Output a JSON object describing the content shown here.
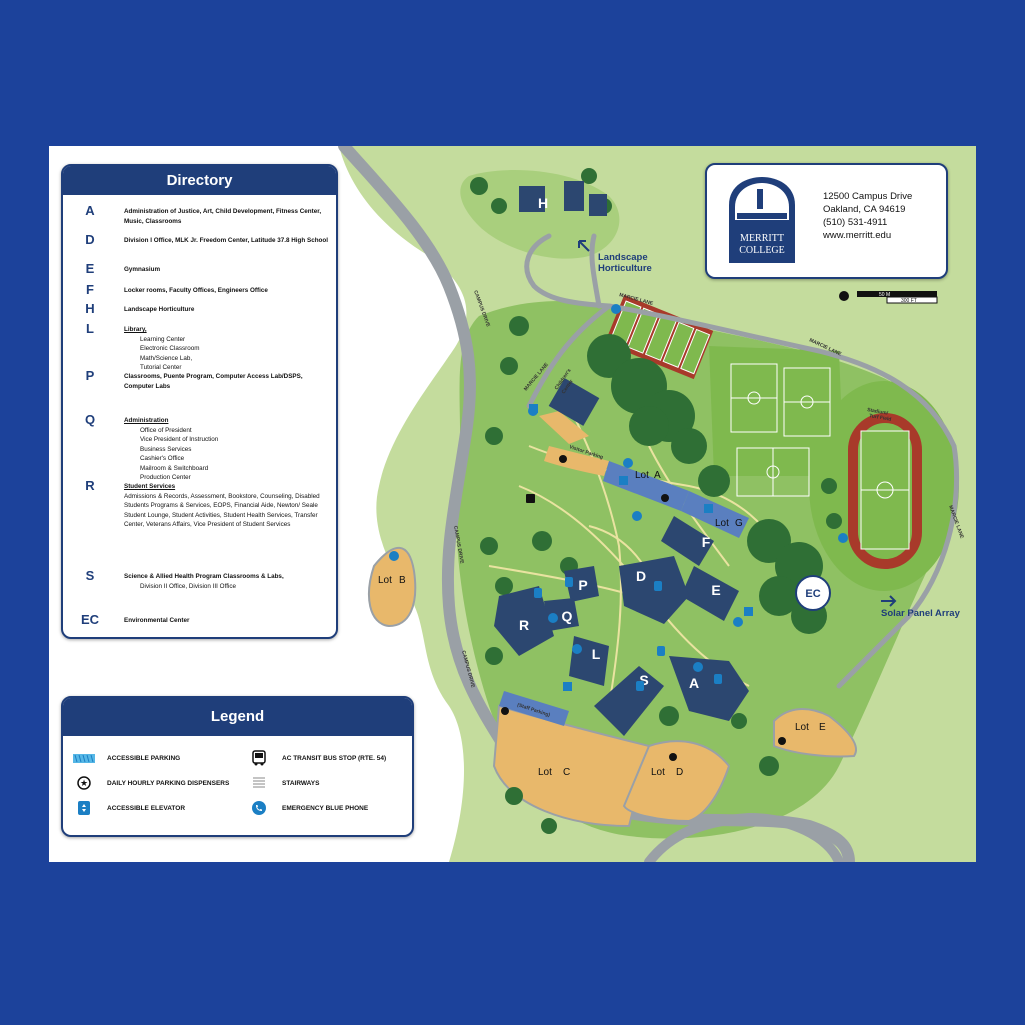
{
  "directory": {
    "title": "Directory",
    "entries": [
      {
        "letter": "A",
        "text": "Administration of Justice, Art, Child Development, Fitness Center, Music, Classrooms"
      },
      {
        "letter": "D",
        "text": "Division I Office, MLK Jr. Freedom Center, Latitude 37.8 High School"
      },
      {
        "letter": "E",
        "text": "Gymnasium"
      },
      {
        "letter": "F",
        "text": "Locker rooms, Faculty Offices, Engineers Office"
      },
      {
        "letter": "H",
        "text": "Landscape Horticulture"
      },
      {
        "letter": "L",
        "heading": "Library,",
        "items": [
          "Learning Center",
          "Electronic Classroom",
          "Math/Science Lab,",
          "Tutorial Center"
        ]
      },
      {
        "letter": "P",
        "text": "Classrooms, Puente Program, Computer Access Lab/DSPS, Computer Labs"
      },
      {
        "letter": "Q",
        "heading": "Administration",
        "items": [
          "Office of President",
          "Vice President of Instruction",
          "Business Services",
          "Cashier's Office",
          "Mailroom & Switchboard",
          "Production Center"
        ]
      },
      {
        "letter": "R",
        "heading": "Student Services",
        "text": "Admissions & Records, Assessment, Bookstore, Counseling, Disabled Students Programs & Services, EOPS, Financial Aide, Newton/ Seale Student Lounge, Student Activities, Student Health Services, Transfer Center, Veterans Affairs, Vice President of Student Services"
      },
      {
        "letter": "S",
        "text": "Science & Allied Health Program Classrooms & Labs,",
        "items": [
          "Division II Office, Division III Office"
        ]
      },
      {
        "letter": "EC",
        "text": "Environmental Center"
      }
    ]
  },
  "legend": {
    "title": "Legend",
    "items": [
      {
        "icon": "accessible-parking-icon",
        "label": "ACCESSIBLE PARKING"
      },
      {
        "icon": "parking-dispenser-icon",
        "label": "DAILY HOURLY PARKING DISPENSERS"
      },
      {
        "icon": "accessible-elevator-icon",
        "label": "ACCESSIBLE ELEVATOR"
      },
      {
        "icon": "bus-stop-icon",
        "label": "AC TRANSIT BUS STOP (RTE. 54)"
      },
      {
        "icon": "stairways-icon",
        "label": "STAIRWAYS"
      },
      {
        "icon": "blue-phone-icon",
        "label": "EMERGENCY BLUE PHONE"
      }
    ]
  },
  "address": {
    "logo_line1": "MERRITT",
    "logo_line2": "COLLEGE",
    "street": "12500 Campus Drive",
    "city": "Oakland, CA 94619",
    "phone": "(510) 531-4911",
    "web": "www.merritt.edu"
  },
  "scale": {
    "metric": "50 M",
    "imperial": "300 FT"
  },
  "map_labels": {
    "lot_a": "Lot",
    "lot_a_letter": "A",
    "lot_b": "Lot",
    "lot_b_letter": "B",
    "lot_c": "Lot",
    "lot_c_letter": "C",
    "lot_d": "Lot",
    "lot_d_letter": "D",
    "lot_e": "Lot",
    "lot_e_letter": "E",
    "lot_g": "Lot",
    "lot_g_letter": "G",
    "landscape_1": "Landscape",
    "landscape_2": "Horticulture",
    "solar": "Solar Panel Array",
    "campus_drive_1": "CAMPUS DRIVE",
    "campus_drive_2": "CAMPUS DRIVE",
    "campus_drive_3": "CAMPUS DRIVE",
    "marcie_lane_1": "MARCIE LANE",
    "marcie_lane_2": "MARCIE LANE",
    "marcie_lane_3": "MARCIE LANE",
    "marcie_lane_4": "MARCIE LANE",
    "visitor_parking": "Visitor Parking",
    "staff_parking": "(Staff Parking)",
    "childrens_center_1": "Children's",
    "childrens_center_2": "Center",
    "stadium_1": "Stadium/",
    "stadium_2": "Turf Field",
    "ec": "EC",
    "bldg_h": "H",
    "bldg_f": "F",
    "bldg_e": "E",
    "bldg_d": "D",
    "bldg_p": "P",
    "bldg_q": "Q",
    "bldg_r": "R",
    "bldg_l": "L",
    "bldg_s": "S",
    "bldg_a": "A"
  },
  "colors": {
    "background": "#1c429b",
    "navy": "#1f3e7a",
    "grass": "#b9d48f",
    "campus_green": "#8fc163",
    "field_green": "#7fb94e",
    "road": "#9aa0a6",
    "parking_lot": "#e8b86b",
    "tree": "#2f6f35",
    "track": "#a83a2a",
    "accent_blue": "#1b7fc4"
  }
}
